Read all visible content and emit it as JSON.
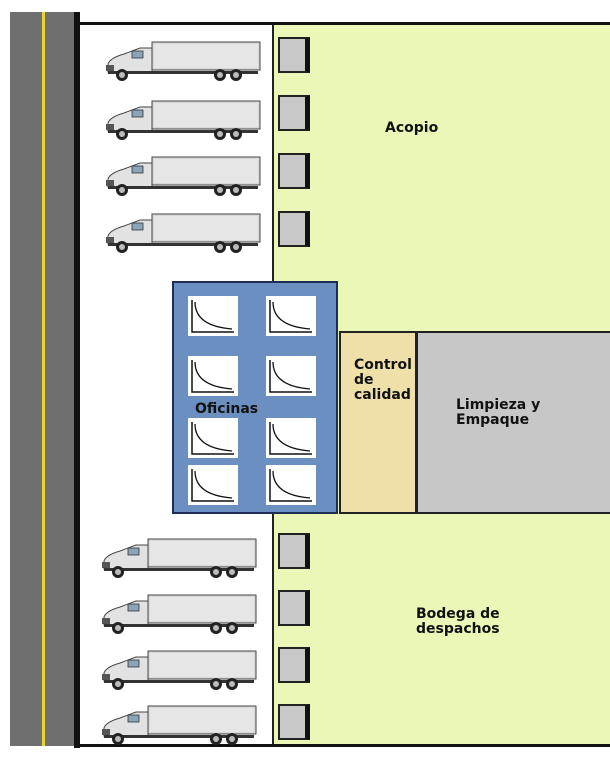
{
  "areas": {
    "acopio": "Acopio",
    "oficinas": "Oficinas",
    "control_calidad": "Control\nde\ncalidad",
    "limpieza_empaque": "Limpieza y\nEmpaque",
    "bodega_despachos": "Bodega de\ndespachos"
  },
  "icons": {
    "truck": "truck-icon",
    "dock": "loading-dock-icon",
    "chair": "chair-icon"
  },
  "counts": {
    "reception_trucks": 4,
    "dispatch_trucks": 4,
    "office_chairs": 8
  },
  "colors": {
    "green_area": "#eaf7b7",
    "office_blue": "#6b8fc0",
    "quality_beige": "#efe0aa",
    "cleaning_gray": "#c7c7c7",
    "road_gray": "#6f6f6f",
    "road_line_yellow": "#e8d23a"
  }
}
